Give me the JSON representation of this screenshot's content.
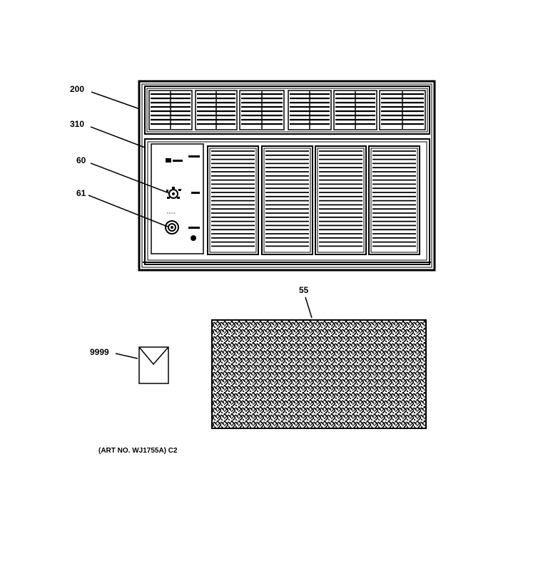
{
  "callouts": {
    "grille": "200",
    "front_panel": "310",
    "thermostat_knob": "60",
    "control_knob": "61",
    "filter": "55",
    "envelope": "9999"
  },
  "art_number": "(ART NO. WJ1755A) C2",
  "colors": {
    "ink": "#000000",
    "background": "#ffffff"
  }
}
